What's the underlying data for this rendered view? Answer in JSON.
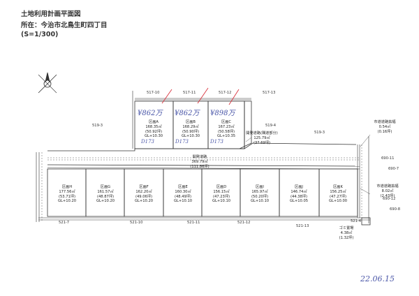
{
  "header": {
    "title": "土地利用計画平面図",
    "location": "所在：今治市北鳥生町四丁目",
    "scale": "(S=1/300)"
  },
  "north_label": "N",
  "upper_lots": [
    {
      "name": "区画A",
      "area": "168.35㎡",
      "tsubo": "(50.92坪)",
      "gl": "GL+10.30",
      "hand_price": "¥862万",
      "hand_code": "D173"
    },
    {
      "name": "区画B",
      "area": "168.29㎡",
      "tsubo": "(50.90坪)",
      "gl": "GL+10.30",
      "hand_price": "¥862万",
      "hand_code": "D173"
    },
    {
      "name": "区画C",
      "area": "167.23㎡",
      "tsubo": "(50.58坪)",
      "gl": "GL+10.35",
      "hand_price": "¥898万",
      "hand_code": "D173"
    }
  ],
  "lower_lots": [
    {
      "name": "区画H",
      "area": "177.56㎡",
      "tsubo": "(53.71坪)",
      "gl": "GL+10.20"
    },
    {
      "name": "区画G",
      "area": "161.57㎡",
      "tsubo": "(48.87坪)",
      "gl": "GL+10.20"
    },
    {
      "name": "区画F",
      "area": "162.20㎡",
      "tsubo": "(49.06坪)",
      "gl": "GL+10.20"
    },
    {
      "name": "区画E",
      "area": "160.30㎡",
      "tsubo": "(48.49坪)",
      "gl": "GL+10.10"
    },
    {
      "name": "区画D",
      "area": "156.15㎡",
      "tsubo": "(47.23坪)",
      "gl": "GL+10.10"
    },
    {
      "name": "区画I",
      "area": "165.97㎡",
      "tsubo": "(50.20坪)",
      "gl": "GL+10.10"
    },
    {
      "name": "区画J",
      "area": "146.74㎡",
      "tsubo": "(44.38坪)",
      "gl": "GL+10.05"
    },
    {
      "name": "区画K",
      "area": "156.25㎡",
      "tsubo": "(47.27坪)",
      "gl": "GL+10.00"
    }
  ],
  "main_road": {
    "name": "開発道路",
    "area": "369.79㎡",
    "tsubo": "(111.86坪)"
  },
  "branch_road": {
    "name": "開発道路(隅道部分)",
    "area": "125.79㎡",
    "tsubo": "(37.69坪)"
  },
  "city_road_north": {
    "name": "市道道路拡幅",
    "area": "0.54㎡",
    "tsubo": "(0.16坪)"
  },
  "city_road_east": {
    "name": "市道道路拡幅",
    "area": "8.02㎡",
    "tsubo": "(2.43坪)"
  },
  "garbage": {
    "name": "ゴミ置場",
    "area": "4.38㎡",
    "tsubo": "(1.32坪)"
  },
  "parcels": {
    "top": [
      "517-10",
      "517-11",
      "517-12",
      "517-13"
    ],
    "left_north": "519-3",
    "right_north": "519-3",
    "mid": "519-4",
    "bottom": [
      "521-7",
      "521-10",
      "521-11",
      "521-12",
      "521-13"
    ],
    "bottom_right": "521-4",
    "east": [
      "690-11",
      "690-7",
      "690-12",
      "690-8"
    ]
  },
  "hand_date": "22.06.15"
}
